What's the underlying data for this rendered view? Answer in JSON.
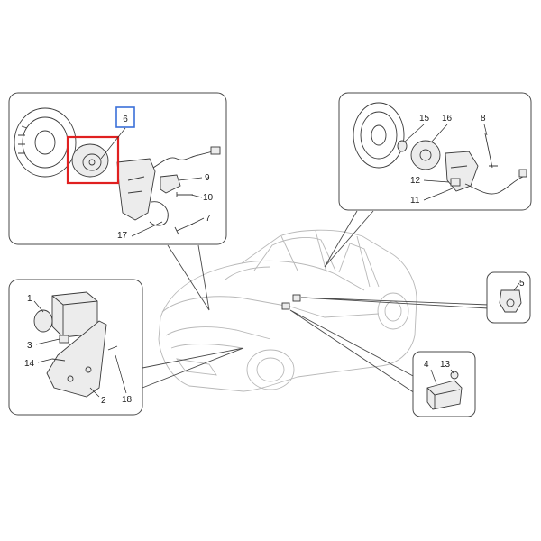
{
  "callouts": {
    "c1": "1",
    "c2": "2",
    "c3": "3",
    "c4": "4",
    "c5": "5",
    "c6": "6",
    "c7": "7",
    "c8": "8",
    "c9": "9",
    "c10": "10",
    "c11": "11",
    "c12": "12",
    "c13": "13",
    "c14": "14",
    "c15": "15",
    "c16": "16",
    "c17": "17",
    "c18": "18"
  },
  "highlight": {
    "part_box_color": "#e02020",
    "callout_box_color": "#3a6fd8"
  }
}
